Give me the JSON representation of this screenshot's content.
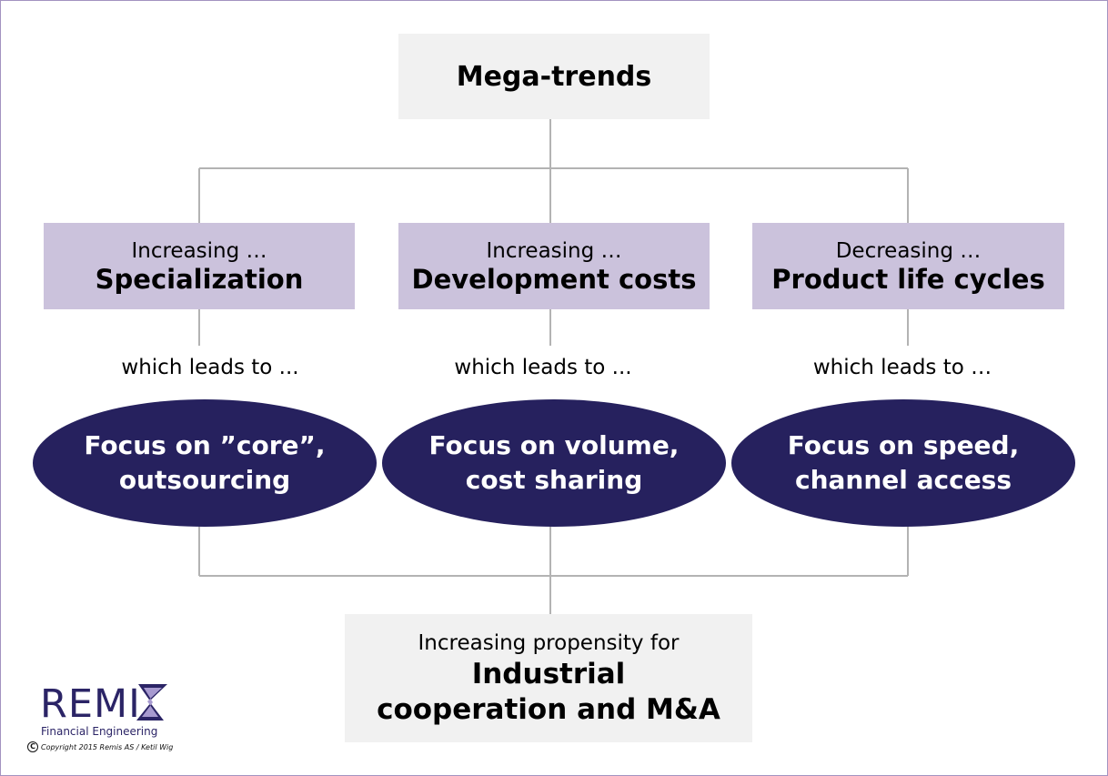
{
  "top": {
    "label": "Mega-trends"
  },
  "trends": [
    {
      "prefix": "Increasing …",
      "title": "Specialization",
      "leads": "which leads to ...",
      "result": "Focus on ”core”, outsourcing"
    },
    {
      "prefix": "Increasing …",
      "title": "Development costs",
      "leads": "which leads to ...",
      "result": "Focus on volume, cost sharing"
    },
    {
      "prefix": "Decreasing …",
      "title": "Product life cycles",
      "leads": "which leads to …",
      "result": "Focus on speed, channel access"
    }
  ],
  "bottom": {
    "prefix": "Increasing propensity for",
    "title_line1": "Industrial",
    "title_line2": "cooperation and M&A"
  },
  "logo": {
    "word": "REMI",
    "subtitle": "Financial Engineering",
    "copyright_symbol": "C",
    "copyright": "Copyright  2015 Remis AS / Ketil Wig"
  },
  "colors": {
    "frame": "#a393c0",
    "gray_box": "#f1f1f1",
    "purple_box": "#cbc2dc",
    "ellipse": "#26215e",
    "connector": "#b3b3b3"
  }
}
